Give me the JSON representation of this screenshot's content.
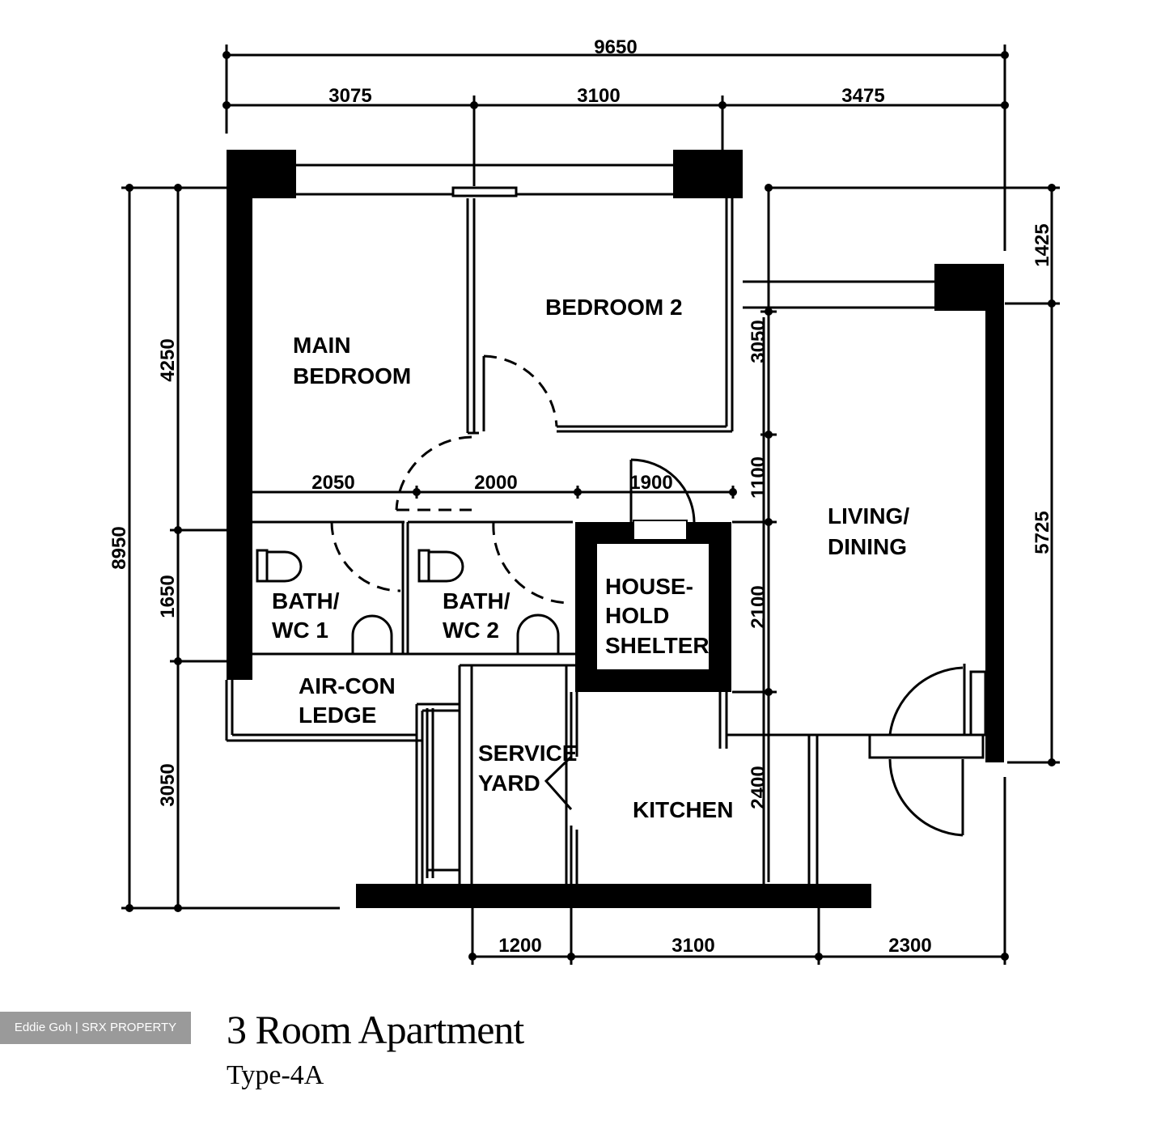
{
  "dimensions": {
    "overall_width": "9650",
    "top_segments": [
      "3075",
      "3100",
      "3475"
    ],
    "overall_height": "8950",
    "left_segments": [
      "4250",
      "1650",
      "3050"
    ],
    "corridor_segments": [
      "2050",
      "2000",
      "1900"
    ],
    "inner_segments": [
      "3050",
      "1100",
      "2100",
      "2400"
    ],
    "right_segments": [
      "1425",
      "5725"
    ],
    "bottom_segments": [
      "1200",
      "3100",
      "2300"
    ]
  },
  "rooms": {
    "main_bedroom": [
      "MAIN",
      "BEDROOM"
    ],
    "bedroom_2": "BEDROOM 2",
    "living_dining": [
      "LIVING/",
      "DINING"
    ],
    "bath_wc_1": [
      "BATH/",
      "WC 1"
    ],
    "bath_wc_2": [
      "BATH/",
      "WC 2"
    ],
    "household_shelter": [
      "HOUSE-",
      "HOLD",
      "SHELTER"
    ],
    "aircon_ledge": [
      "AIR-CON",
      "LEDGE"
    ],
    "service_yard": [
      "SERVICE",
      "YARD"
    ],
    "kitchen": "KITCHEN"
  },
  "watermark": "Eddie Goh | SRX PROPERTY",
  "title": "3 Room Apartment",
  "subtitle": "Type-4A"
}
